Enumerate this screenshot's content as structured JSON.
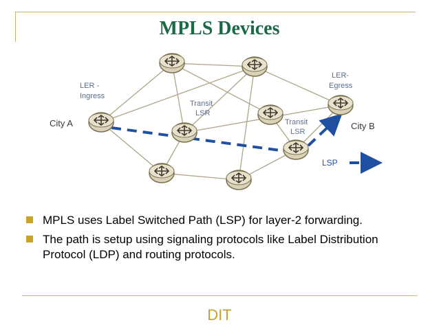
{
  "title": "MPLS Devices",
  "diagram": {
    "labels": {
      "ler_ingress_line1": "LER -",
      "ler_ingress_line2": "Ingress",
      "ler_egress_line1": "LER-",
      "ler_egress_line2": "Egress",
      "transit1_line1": "Transit",
      "transit1_line2": "LSR",
      "transit2_line1": "Transit",
      "transit2_line2": "LSR",
      "city_a": "City A",
      "city_b": "City B",
      "lsp": "LSP"
    },
    "colors": {
      "link": "#b0a48a",
      "lsp": "#1f4fa0",
      "router_fill": "#d9d2b8",
      "router_stroke": "#7a7050",
      "label_text": "#5a6e8c"
    },
    "routers": [
      "router-ingress",
      "router-top-left",
      "router-top-right",
      "router-transit-center",
      "router-right-mid",
      "router-egress",
      "router-transit-right",
      "router-bottom-left",
      "router-bottom-mid"
    ]
  },
  "bullets": [
    "MPLS uses Label Switched Path (LSP) for layer-2 forwarding.",
    "The path is setup using signaling protocols like Label Distribution Protocol (LDP) and routing protocols."
  ],
  "footer": "DIT"
}
